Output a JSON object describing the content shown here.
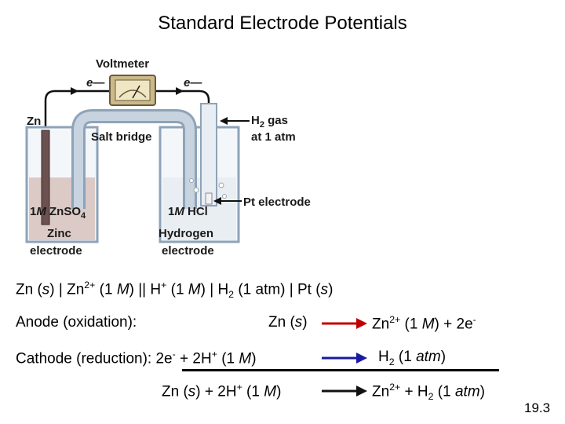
{
  "title": "Standard Electrode Potentials",
  "figure": {
    "voltmeter": "Voltmeter",
    "electron_left": "e—",
    "electron_right": "e—",
    "zn": "Zn",
    "salt_bridge": "Salt bridge",
    "h2_gas_1": "H",
    "h2_gas_sub": "2",
    "h2_gas_2": " gas",
    "h2_gas_line2": "at 1 atm",
    "pt_electrode": "Pt electrode",
    "left_solution_a": "1",
    "left_solution_m": "M",
    "left_solution_b": " ZnSO",
    "left_solution_sub": "4",
    "right_solution_a": "1",
    "right_solution_m": "M",
    "right_solution_b": " HCl",
    "zinc_electrode_1": "Zinc",
    "zinc_electrode_2": "electrode",
    "hydrogen_electrode_1": "Hydrogen",
    "hydrogen_electrode_2": "electrode"
  },
  "cell_notation": {
    "p1": "Zn (",
    "s1": "s",
    "p2": ") | Zn",
    "sup1": "2+",
    "p3": " (1 ",
    "m1": "M",
    "p4": ") || H",
    "sup2": "+",
    "p5": " (1 ",
    "m2": "M",
    "p6": ") | H",
    "sub1": "2",
    "p7": " (1 atm) | Pt (",
    "s2": "s",
    "p8": ")"
  },
  "anode": {
    "label": "Anode (oxidation):",
    "left_a": "Zn (",
    "left_s": "s",
    "left_b": ")",
    "right_a": "Zn",
    "right_sup": "2+",
    "right_b": " (1 ",
    "right_m": "M",
    "right_c": ") + 2e",
    "right_sup2": "-"
  },
  "cathode": {
    "label_a": "Cathode (reduction): 2e",
    "label_sup": "-",
    "label_b": " + 2H",
    "label_sup2": "+",
    "label_c": " (1 ",
    "label_m": "M",
    "label_d": ")",
    "right_a": "H",
    "right_sub": "2",
    "right_b": " (1 ",
    "right_atm": "atm",
    "right_c": ")"
  },
  "overall": {
    "left_a": "Zn (",
    "left_s": "s",
    "left_b": ") + 2H",
    "left_sup": "+",
    "left_c": " (1 ",
    "left_m": "M",
    "left_d": ")",
    "right_a": "Zn",
    "right_sup": "2+",
    "right_b": " + H",
    "right_sub": "2",
    "right_c": " (1 ",
    "right_atm": "atm",
    "right_d": ")"
  },
  "slide_number": "19.3",
  "colors": {
    "arrow": "#c00000",
    "arrow_blue": "#1a1aa0",
    "glass": "#9fb3c8",
    "solution": "#d9c7c3",
    "bridge": "#a9b9c9"
  }
}
